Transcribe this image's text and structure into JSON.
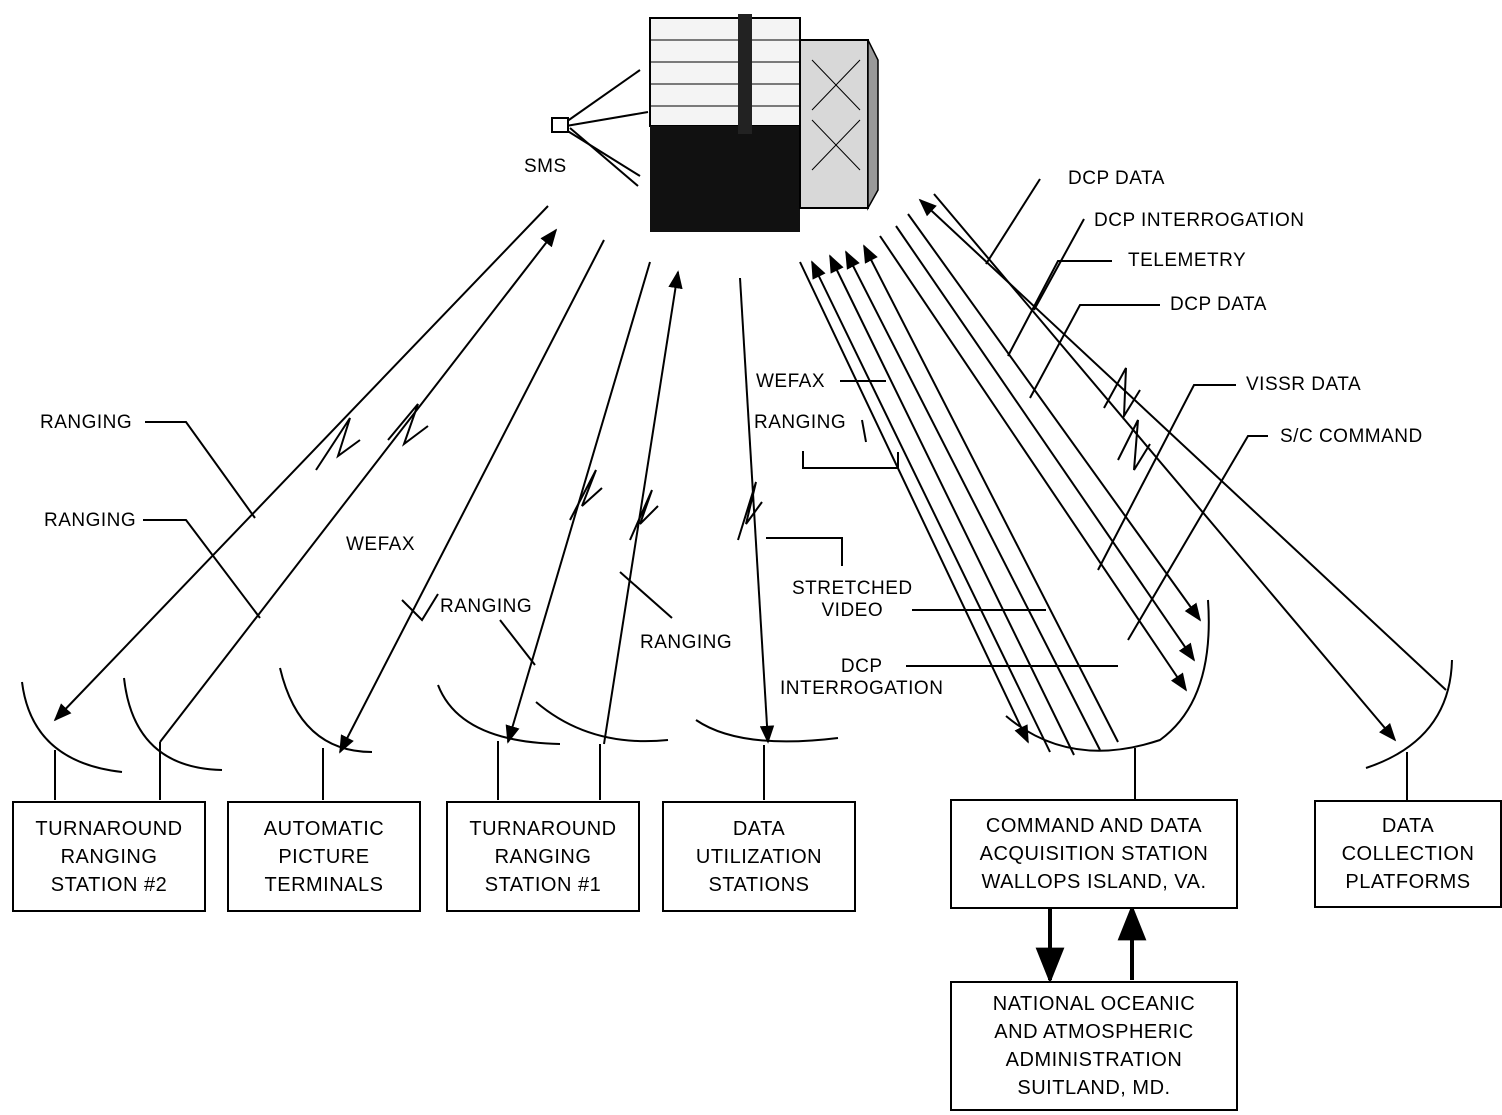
{
  "satellite": {
    "label": "SMS"
  },
  "stations": [
    {
      "id": "trs2",
      "lines": "TURNAROUND\nRANGING\nSTATION #2"
    },
    {
      "id": "apt",
      "lines": "AUTOMATIC\nPICTURE\nTERMINALS"
    },
    {
      "id": "trs1",
      "lines": "TURNAROUND\nRANGING\nSTATION #1"
    },
    {
      "id": "dus",
      "lines": "DATA\nUTILIZATION\nSTATIONS"
    },
    {
      "id": "cda",
      "lines": "COMMAND  AND DATA\nACQUISITION STATION\nWALLOPS ISLAND, VA."
    },
    {
      "id": "dcp",
      "lines": "DATA\nCOLLECTION\nPLATFORMS"
    },
    {
      "id": "noaa",
      "lines": "NATIONAL OCEANIC\nAND ATMOSPHERIC\nADMINISTRATION\nSUITLAND, MD."
    }
  ],
  "labels": {
    "ranging_1": "RANGING",
    "ranging_2": "RANGING",
    "wefax_left": "WEFAX",
    "ranging_3": "RANGING",
    "ranging_4": "RANGING",
    "stretched_video": "STRETCHED\nVIDEO",
    "wefax_right": "WEFAX",
    "ranging_right": "RANGING",
    "dcp_interrogation_lower": "DCP\nINTERROGATION",
    "dcp_data_top": "DCP DATA",
    "dcp_interrogation_top": "DCP INTERROGATION",
    "telemetry": "TELEMETRY",
    "dcp_data_mid": "DCP  DATA",
    "vissr_data": "VISSR DATA",
    "sc_command": "S/C COMMAND"
  }
}
